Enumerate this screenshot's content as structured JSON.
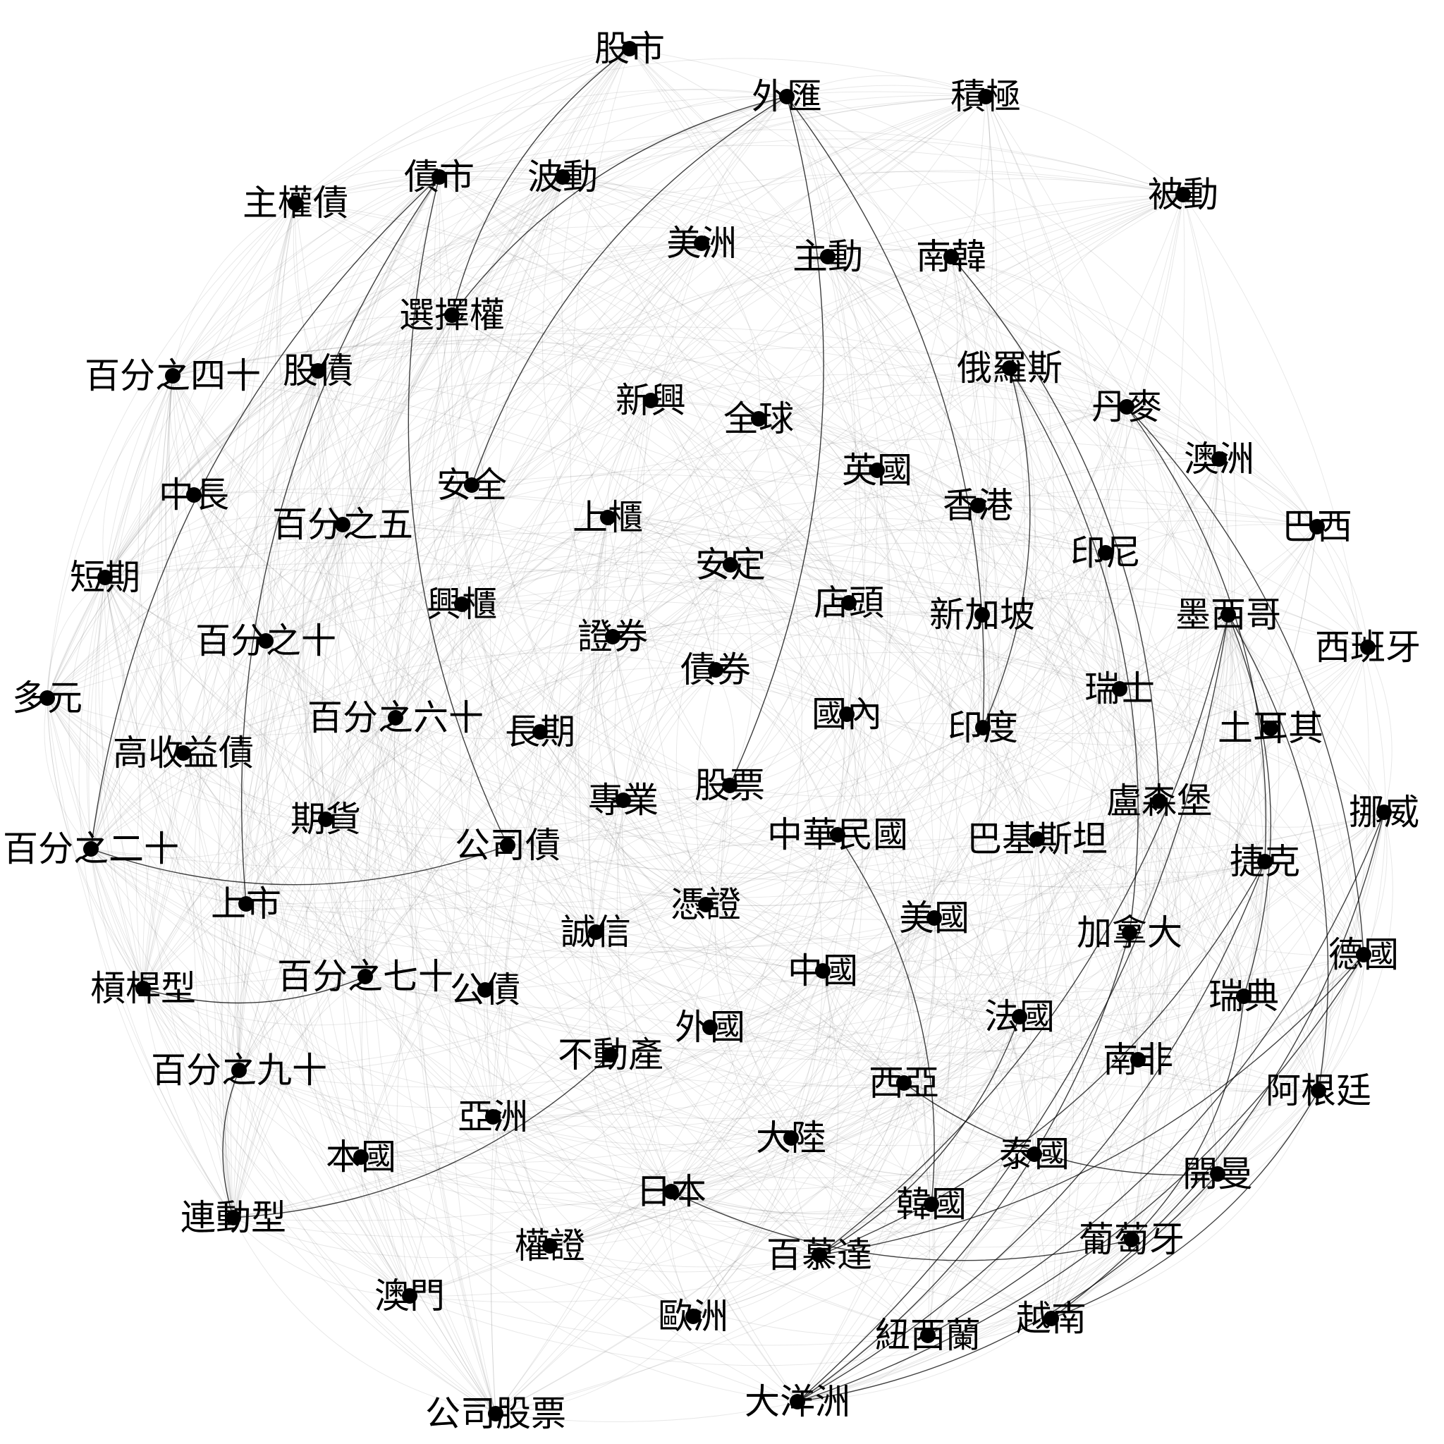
{
  "colors": {
    "background": "#ffffff",
    "node": "#000000",
    "edge": "#000000"
  },
  "nodes": [
    {
      "id": "股市",
      "label": "股市"
    },
    {
      "id": "外匯",
      "label": "外匯"
    },
    {
      "id": "積極",
      "label": "積極"
    },
    {
      "id": "債市",
      "label": "債市"
    },
    {
      "id": "波動",
      "label": "波動"
    },
    {
      "id": "主權債",
      "label": "主權債"
    },
    {
      "id": "被動",
      "label": "被動"
    },
    {
      "id": "美洲",
      "label": "美洲"
    },
    {
      "id": "主動",
      "label": "主動"
    },
    {
      "id": "南韓",
      "label": "南韓"
    },
    {
      "id": "選擇權",
      "label": "選擇權"
    },
    {
      "id": "百分之四十",
      "label": "百分之四十"
    },
    {
      "id": "股債",
      "label": "股債"
    },
    {
      "id": "俄羅斯",
      "label": "俄羅斯"
    },
    {
      "id": "新興",
      "label": "新興"
    },
    {
      "id": "全球",
      "label": "全球"
    },
    {
      "id": "丹麥",
      "label": "丹麥"
    },
    {
      "id": "澳洲",
      "label": "澳洲"
    },
    {
      "id": "英國",
      "label": "英國"
    },
    {
      "id": "中長",
      "label": "中長"
    },
    {
      "id": "安全",
      "label": "安全"
    },
    {
      "id": "香港",
      "label": "香港"
    },
    {
      "id": "百分之五",
      "label": "百分之五"
    },
    {
      "id": "上櫃",
      "label": "上櫃"
    },
    {
      "id": "巴西",
      "label": "巴西"
    },
    {
      "id": "印尼",
      "label": "印尼"
    },
    {
      "id": "短期",
      "label": "短期"
    },
    {
      "id": "安定",
      "label": "安定"
    },
    {
      "id": "興櫃",
      "label": "興櫃"
    },
    {
      "id": "店頭",
      "label": "店頭"
    },
    {
      "id": "新加坡",
      "label": "新加坡"
    },
    {
      "id": "墨西哥",
      "label": "墨西哥"
    },
    {
      "id": "百分之十",
      "label": "百分之十"
    },
    {
      "id": "證券",
      "label": "證券"
    },
    {
      "id": "西班牙",
      "label": "西班牙"
    },
    {
      "id": "債券",
      "label": "債券"
    },
    {
      "id": "多元",
      "label": "多元"
    },
    {
      "id": "瑞士",
      "label": "瑞士"
    },
    {
      "id": "百分之六十",
      "label": "百分之六十"
    },
    {
      "id": "國內",
      "label": "國內"
    },
    {
      "id": "長期",
      "label": "長期"
    },
    {
      "id": "印度",
      "label": "印度"
    },
    {
      "id": "土耳其",
      "label": "土耳其"
    },
    {
      "id": "高收益債",
      "label": "高收益債"
    },
    {
      "id": "股票",
      "label": "股票"
    },
    {
      "id": "專業",
      "label": "專業"
    },
    {
      "id": "盧森堡",
      "label": "盧森堡"
    },
    {
      "id": "挪威",
      "label": "挪威"
    },
    {
      "id": "期貨",
      "label": "期貨"
    },
    {
      "id": "中華民國",
      "label": "中華民國"
    },
    {
      "id": "巴基斯坦",
      "label": "巴基斯坦"
    },
    {
      "id": "百分之二十",
      "label": "百分之二十"
    },
    {
      "id": "公司債",
      "label": "公司債"
    },
    {
      "id": "捷克",
      "label": "捷克"
    },
    {
      "id": "上市",
      "label": "上市"
    },
    {
      "id": "憑證",
      "label": "憑證"
    },
    {
      "id": "美國",
      "label": "美國"
    },
    {
      "id": "誠信",
      "label": "誠信"
    },
    {
      "id": "加拿大",
      "label": "加拿大"
    },
    {
      "id": "德國",
      "label": "德國"
    },
    {
      "id": "槓桿型",
      "label": "槓桿型"
    },
    {
      "id": "百分之七十",
      "label": "百分之七十"
    },
    {
      "id": "公債",
      "label": "公債"
    },
    {
      "id": "中國",
      "label": "中國"
    },
    {
      "id": "瑞典",
      "label": "瑞典"
    },
    {
      "id": "外國",
      "label": "外國"
    },
    {
      "id": "法國",
      "label": "法國"
    },
    {
      "id": "不動產",
      "label": "不動產"
    },
    {
      "id": "南非",
      "label": "南非"
    },
    {
      "id": "百分之九十",
      "label": "百分之九十"
    },
    {
      "id": "西亞",
      "label": "西亞"
    },
    {
      "id": "阿根廷",
      "label": "阿根廷"
    },
    {
      "id": "亞洲",
      "label": "亞洲"
    },
    {
      "id": "大陸",
      "label": "大陸"
    },
    {
      "id": "本國",
      "label": "本國"
    },
    {
      "id": "泰國",
      "label": "泰國"
    },
    {
      "id": "開曼",
      "label": "開曼"
    },
    {
      "id": "日本",
      "label": "日本"
    },
    {
      "id": "韓國",
      "label": "韓國"
    },
    {
      "id": "連動型",
      "label": "連動型"
    },
    {
      "id": "權證",
      "label": "權證"
    },
    {
      "id": "葡萄牙",
      "label": "葡萄牙"
    },
    {
      "id": "百慕達",
      "label": "百慕達"
    },
    {
      "id": "澳門",
      "label": "澳門"
    },
    {
      "id": "歐洲",
      "label": "歐洲"
    },
    {
      "id": "越南",
      "label": "越南"
    },
    {
      "id": "紐西蘭",
      "label": "紐西蘭"
    },
    {
      "id": "大洋洲",
      "label": "大洋洲"
    },
    {
      "id": "公司股票",
      "label": "公司股票"
    }
  ],
  "strong_edges": [
    [
      "股市",
      "選擇權"
    ],
    [
      "外匯",
      "安全"
    ],
    [
      "外匯",
      "選擇權"
    ],
    [
      "外匯",
      "股票"
    ],
    [
      "外匯",
      "印度"
    ],
    [
      "債市",
      "百分之二十"
    ],
    [
      "債市",
      "上市"
    ],
    [
      "債市",
      "公司債"
    ],
    [
      "南韓",
      "盧森堡"
    ],
    [
      "俄羅斯",
      "印度"
    ],
    [
      "俄羅斯",
      "加拿大"
    ],
    [
      "丹麥",
      "德國"
    ],
    [
      "丹麥",
      "捷克"
    ],
    [
      "墨西哥",
      "大洋洲"
    ],
    [
      "墨西哥",
      "瑞典"
    ],
    [
      "墨西哥",
      "阿根廷"
    ],
    [
      "墨西哥",
      "百慕達"
    ],
    [
      "德國",
      "百慕達"
    ],
    [
      "德國",
      "大洋洲"
    ],
    [
      "挪威",
      "紐西蘭"
    ],
    [
      "挪威",
      "越南"
    ],
    [
      "捷克",
      "大洋洲"
    ],
    [
      "捷克",
      "百慕達"
    ],
    [
      "加拿大",
      "大洋洲"
    ],
    [
      "瑞典",
      "葡萄牙"
    ],
    [
      "開曼",
      "大洋洲"
    ],
    [
      "阿根廷",
      "越南"
    ],
    [
      "日本",
      "葡萄牙"
    ],
    [
      "百分之二十",
      "公司債"
    ],
    [
      "百分之九十",
      "連動型"
    ],
    [
      "連動型",
      "不動產"
    ],
    [
      "槓桿型",
      "百分之七十"
    ],
    [
      "中華民國",
      "韓國"
    ],
    [
      "法國",
      "百慕達"
    ],
    [
      "西亞",
      "開曼"
    ]
  ],
  "edge_groups": [
    [
      "證券",
      "債券",
      "國內",
      "中華民國",
      "股票",
      "專業",
      "公司債",
      "憑證",
      "誠信",
      "長期",
      "店頭",
      "上櫃",
      "興櫃",
      "安定",
      "新興"
    ],
    [
      "美國",
      "中國",
      "外國",
      "大陸",
      "日本",
      "韓國",
      "法國",
      "西亞",
      "泰國",
      "百慕達",
      "亞洲",
      "歐洲",
      "本國",
      "權證"
    ],
    [
      "墨西哥",
      "土耳其",
      "巴基斯坦",
      "盧森堡",
      "加拿大",
      "捷克",
      "德國",
      "瑞典",
      "挪威",
      "阿根廷",
      "南非",
      "開曼",
      "葡萄牙",
      "越南",
      "紐西蘭",
      "大洋洲"
    ],
    [
      "英國",
      "香港",
      "新加坡",
      "印尼",
      "印度",
      "瑞士",
      "丹麥",
      "澳洲",
      "巴西",
      "西班牙",
      "俄羅斯",
      "南韓",
      "全球",
      "主動"
    ],
    [
      "百分之四十",
      "股債",
      "中長",
      "百分之五",
      "短期",
      "百分之十",
      "多元",
      "百分之六十",
      "高收益債",
      "期貨",
      "百分之二十",
      "上市",
      "槓桿型",
      "百分之七十",
      "公債",
      "百分之九十",
      "連動型",
      "澳門",
      "公司股票",
      "主權債",
      "選擇權",
      "債市",
      "波動",
      "股市",
      "外匯",
      "美洲",
      "積極",
      "被動"
    ]
  ]
}
